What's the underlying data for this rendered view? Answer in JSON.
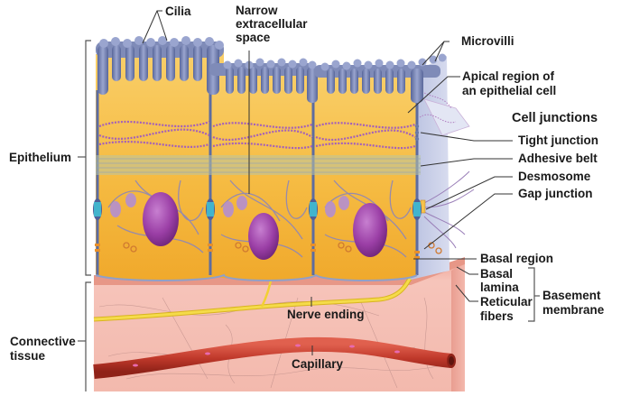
{
  "figure": {
    "subject": "Epithelial tissue with cell junctions and basement membrane",
    "colors": {
      "cytoplasm": "#f5b83d",
      "cytoplasm_light": "#f9cf6a",
      "membrane": "#6a79a8",
      "microvilli": "#7f8bb8",
      "nucleus": "#9b3fa6",
      "connective_tissue": "#f2b7ac",
      "basal_lamina": "#e9a093",
      "capillary": "#c0392b",
      "nerve": "#f2d033",
      "junction_cyan": "#3fc3d6",
      "label_text": "#1a1a1a"
    }
  },
  "labels": {
    "cilia": "Cilia",
    "narrow_space": [
      "Narrow",
      "extracellular",
      "space"
    ],
    "microvilli": "Microvilli",
    "apical_region": [
      "Apical region of",
      "an epithelial cell"
    ],
    "cell_junctions_heading": "Cell junctions",
    "tight_junction": "Tight junction",
    "adhesive_belt": "Adhesive belt",
    "desmosome": "Desmosome",
    "gap_junction": "Gap junction",
    "basal_region": "Basal region",
    "basal_lamina": [
      "Basal",
      "lamina"
    ],
    "reticular_fibers": [
      "Reticular",
      "fibers"
    ],
    "basement_membrane": [
      "Basement",
      "membrane"
    ],
    "epithelium": "Epithelium",
    "connective_tissue": [
      "Connective",
      "tissue"
    ],
    "nerve_ending": "Nerve ending",
    "capillary": "Capillary"
  }
}
